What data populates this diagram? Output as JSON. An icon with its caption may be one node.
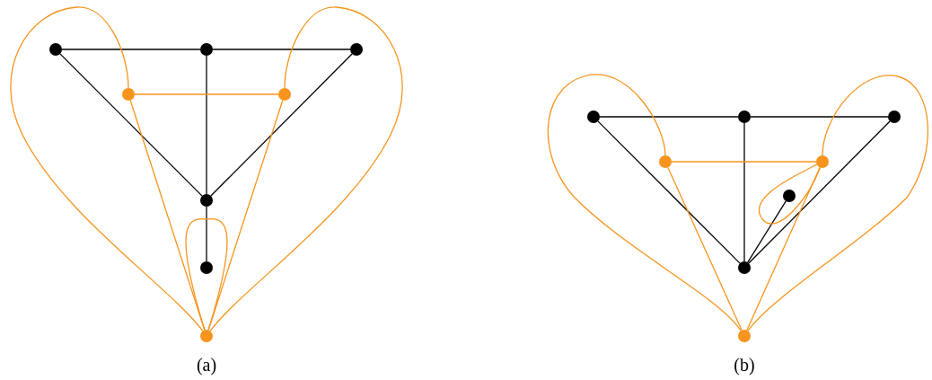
{
  "diagram": {
    "nodes": [
      {
        "text": [],
        "shape": "circle"
      },
      {
        "text": [],
        "shape": "circle"
      },
      {
        "text": [],
        "shape": "circle"
      },
      {
        "text": [],
        "shape": "circle"
      },
      {
        "text": [],
        "shape": "circle"
      },
      {
        "text": [],
        "shape": "circle"
      },
      {
        "text": [],
        "shape": "circle"
      },
      {
        "text": [],
        "shape": "circle"
      },
      {
        "text": [],
        "shape": "circle"
      },
      {
        "text": [],
        "shape": "circle"
      },
      {
        "text": [],
        "shape": "circle"
      },
      {
        "text": [],
        "shape": "circle"
      },
      {
        "text": [],
        "shape": "circle"
      },
      {
        "text": [],
        "shape": "circle"
      },
      {
        "text": [],
        "shape": "circle"
      },
      {
        "text": [],
        "shape": "circle"
      }
    ],
    "edges": [
      {
        "from": 0,
        "to": 1,
        "arrow": "none"
      },
      {
        "from": 1,
        "to": 2,
        "arrow": "none"
      },
      {
        "from": 0,
        "to": 5,
        "arrow": "none"
      },
      {
        "from": 1,
        "to": 5,
        "arrow": "none"
      },
      {
        "from": 2,
        "to": 5,
        "arrow": "none"
      },
      {
        "from": 5,
        "to": 6,
        "arrow": "none"
      },
      {
        "from": 3,
        "to": 4,
        "arrow": "none",
        "color": "#f7941d"
      },
      {
        "from": 3,
        "to": 7,
        "arrow": "none",
        "color": "#f7941d"
      },
      {
        "from": 4,
        "to": 7,
        "arrow": "none",
        "color": "#f7941d"
      },
      {
        "from": 3,
        "to": 7,
        "arrow": "none",
        "color": "#f7941d"
      },
      {
        "from": 4,
        "to": 7,
        "arrow": "none",
        "color": "#f7941d"
      },
      {
        "from": 7,
        "to": 7,
        "arrow": "none",
        "color": "#f7941d"
      },
      {
        "from": 8,
        "to": 9,
        "arrow": "none"
      },
      {
        "from": 9,
        "to": 10,
        "arrow": "none"
      },
      {
        "from": 8,
        "to": 14,
        "arrow": "none"
      },
      {
        "from": 9,
        "to": 14,
        "arrow": "none"
      },
      {
        "from": 10,
        "to": 14,
        "arrow": "none"
      },
      {
        "from": 14,
        "to": 13,
        "arrow": "none"
      },
      {
        "from": 11,
        "to": 12,
        "arrow": "none",
        "color": "#f7941d"
      },
      {
        "from": 11,
        "to": 15,
        "arrow": "none",
        "color": "#f7941d"
      },
      {
        "from": 12,
        "to": 15,
        "arrow": "none",
        "color": "#f7941d"
      },
      {
        "from": 11,
        "to": 15,
        "arrow": "none",
        "color": "#f7941d"
      },
      {
        "from": 12,
        "to": 15,
        "arrow": "none",
        "color": "#f7941d"
      },
      {
        "from": 12,
        "to": 12,
        "arrow": "none",
        "color": "#f7941d"
      }
    ],
    "labels": [
      "(a)",
      "(b)"
    ]
  }
}
